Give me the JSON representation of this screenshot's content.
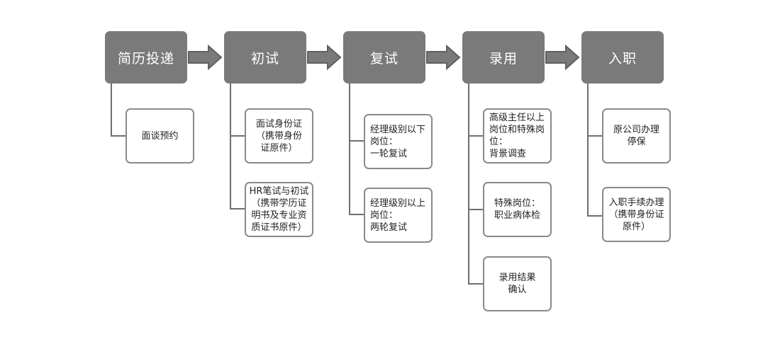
{
  "colors": {
    "stage_fill": "#7a7a7a",
    "connector": "#6e6e6e",
    "box_border": "#8a8a8a",
    "arrow_fill": "#7a7a7a"
  },
  "stages": [
    {
      "label": "简历投递",
      "substeps": [
        "面谈预约"
      ]
    },
    {
      "label": "初试",
      "substeps": [
        "面试身份证\n（携带身份\n证原件）",
        "HR笔试与初试\n（携带学历证\n明书及专业资\n质证书原件）"
      ]
    },
    {
      "label": "复试",
      "substeps": [
        "经理级别以下\n岗位：\n一轮复试",
        "经理级别以上\n岗位：\n两轮复试"
      ]
    },
    {
      "label": "录用",
      "substeps": [
        "高级主任以上\n岗位和特殊岗\n位：\n背景调查",
        "特殊岗位：\n职业病体检",
        "录用结果\n确认"
      ]
    },
    {
      "label": "入职",
      "substeps": [
        "原公司办理\n停保",
        "入职手续办理\n（携带身份证\n原件）"
      ]
    }
  ]
}
